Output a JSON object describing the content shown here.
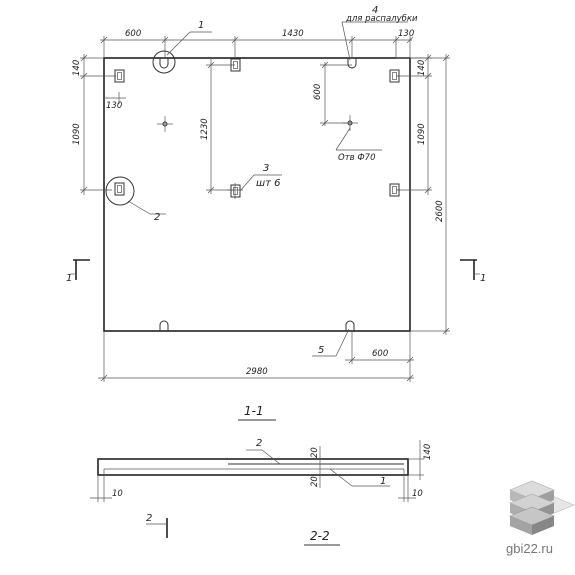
{
  "dims": {
    "top_600": "600",
    "top_1430": "1430",
    "top_130": "130",
    "left_140": "140",
    "left_130": "130",
    "left_1090": "1090",
    "mid_1230": "1230",
    "mid_600": "600",
    "right_140": "140",
    "right_1090": "1090",
    "right_2600": "2600",
    "bottom_600": "600",
    "bottom_2980": "2980",
    "sec_20_top": "20",
    "sec_20_bot": "20",
    "sec_140": "140",
    "sec_10_left": "10",
    "sec_10_right": "10"
  },
  "labels": {
    "callout_1": "1",
    "callout_2": "2",
    "callout_3": "3",
    "callout_3_qty": "шт 6",
    "callout_4": "4",
    "callout_4_note": "для распалубки",
    "callout_5": "5",
    "hole_note": "Отв Ф70",
    "cut_left": "1",
    "cut_right": "1",
    "section_1_1": "1-1",
    "sec_callout_2": "2",
    "sec_callout_1": "1",
    "cut2_label": "2",
    "section_2_2": "2-2"
  },
  "watermark": {
    "site": "gbi22.ru",
    "colors": {
      "light": "#d9d9d9",
      "mid": "#b3b3b3",
      "dark": "#8c8c8c"
    }
  }
}
